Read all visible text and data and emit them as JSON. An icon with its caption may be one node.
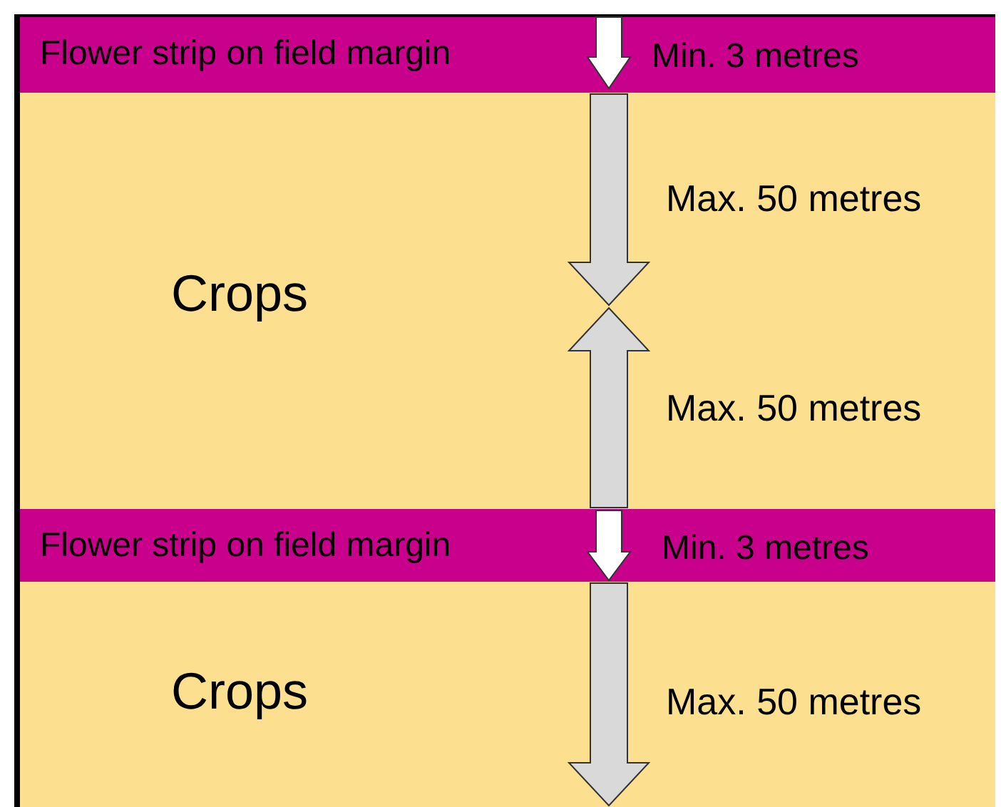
{
  "diagram": {
    "nodes": [
      {
        "text": [
          "Flower strip on field margin"
        ]
      },
      {
        "text": [
          "Crops"
        ]
      },
      {
        "text": [
          "Flower strip on field margin"
        ]
      },
      {
        "text": [
          "Crops"
        ]
      }
    ],
    "labels": [
      "Min. 3 metres",
      "Max. 50 metres",
      "Max. 50 metres",
      "Min. 3 metres",
      "Max. 50 metres"
    ]
  }
}
